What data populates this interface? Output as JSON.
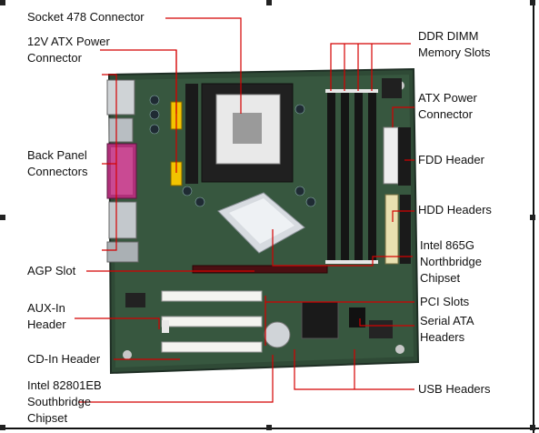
{
  "diagram": {
    "colors": {
      "leader": "#d40000",
      "board": "#2f4a36",
      "background": "#ffffff"
    },
    "labels": {
      "socket": [
        "Socket 478 Connector"
      ],
      "atx12v": [
        "12V ATX Power",
        "Connector"
      ],
      "back_panel": [
        "Back Panel",
        "Connectors"
      ],
      "agp": [
        "AGP Slot"
      ],
      "aux_in": [
        "AUX-In",
        "Header"
      ],
      "cd_in": [
        "CD-In Header"
      ],
      "southbridge": [
        "Intel 82801EB",
        "Southbridge",
        "Chipset"
      ],
      "ddr": [
        "DDR DIMM",
        "Memory Slots"
      ],
      "atx_power": [
        "ATX Power",
        "Connector"
      ],
      "fdd": [
        "FDD Header"
      ],
      "hdd": [
        "HDD Headers"
      ],
      "northbridge": [
        "Intel 865G",
        "Northbridge",
        "Chipset"
      ],
      "pci": [
        "PCI Slots"
      ],
      "sata": [
        "Serial ATA",
        "Headers"
      ],
      "usb": [
        "USB Headers"
      ]
    }
  }
}
